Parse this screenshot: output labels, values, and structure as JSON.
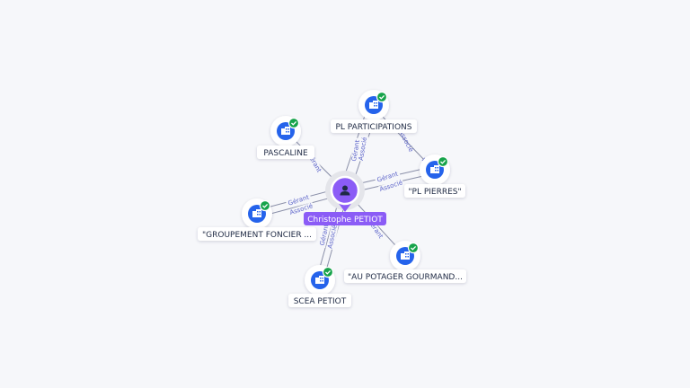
{
  "colors": {
    "background": "#f6f7fa",
    "company_blue": "#2563eb",
    "person_purple": "#8b5cf6",
    "verified_green": "#16a34a",
    "edge": "#8a8fa8",
    "edge_label": "#5b63c9"
  },
  "center": {
    "label": "Christophe PETIOT",
    "icon": "person-icon"
  },
  "companies": [
    {
      "id": "pl-participations",
      "label": "PL PARTICIPATIONS",
      "icon": "building-icon",
      "badge": "verified-check-icon",
      "relations": [
        "Gérant",
        "Associé"
      ]
    },
    {
      "id": "pascaline",
      "label": "PASCALINE",
      "icon": "building-icon",
      "badge": "verified-check-icon",
      "relations": [
        "Gérant"
      ]
    },
    {
      "id": "pl-pierres",
      "label": "\"PL PIERRES\"",
      "icon": "building-icon",
      "badge": "verified-check-icon",
      "relations": [
        "Gérant",
        "Associé"
      ]
    },
    {
      "id": "groupement-foncier",
      "label": "\"GROUPEMENT FONCIER ...",
      "icon": "building-icon",
      "badge": "verified-check-icon",
      "relations": [
        "Gérant",
        "Associé"
      ]
    },
    {
      "id": "au-potager-gourmand",
      "label": "\"AU POTAGER GOURMAND...",
      "icon": "building-icon",
      "badge": "verified-check-icon",
      "relations": [
        "Gérant"
      ]
    },
    {
      "id": "scea-petiot",
      "label": "SCEA PETIOT",
      "icon": "building-icon",
      "badge": "verified-check-icon",
      "relations": [
        "Gérant",
        "Associé"
      ]
    }
  ],
  "extra_edge_labels": [
    "Associé"
  ]
}
